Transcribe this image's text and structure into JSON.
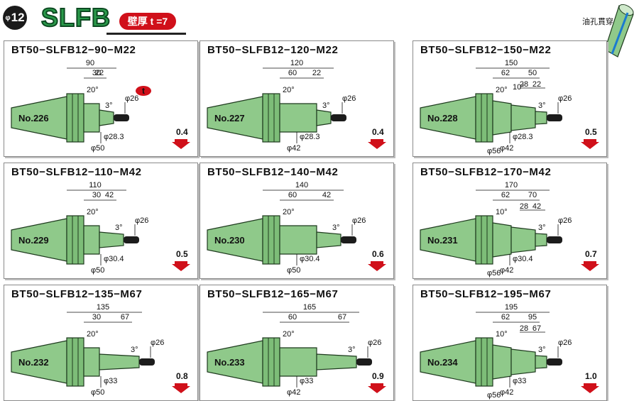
{
  "header": {
    "diameter_badge": "12",
    "diameter_symbol": "φ",
    "series": "SLFB",
    "wall_thickness": "壁厚 t =7",
    "oil_hole": "油孔貫穿"
  },
  "arrow_color": "#d0101a",
  "body_color": "#8fc98a",
  "panels": [
    {
      "title": "BT50−SLFB12−90−M22",
      "no": "No.226",
      "overall": "90",
      "seg_a": "30",
      "seg_b": "22",
      "seg_c": "",
      "angle": "20°",
      "taper": "3°",
      "bar": "φ26",
      "d1": "φ28.3",
      "d2": "φ50",
      "d3": "",
      "t_badge": "t",
      "weight": "0.4"
    },
    {
      "title": "BT50−SLFB12−120−M22",
      "no": "No.227",
      "overall": "120",
      "seg_a": "60",
      "seg_b": "22",
      "seg_c": "",
      "angle": "20°",
      "taper": "3°",
      "bar": "φ26",
      "d1": "φ28.3",
      "d2": "φ42",
      "d3": "",
      "t_badge": "",
      "weight": "0.4"
    },
    {
      "title": "BT50−SLFB12−150−M22",
      "no": "No.228",
      "overall": "150",
      "seg_a": "62",
      "seg_b": "50",
      "seg_c": "28",
      "seg_d": "22",
      "angle": "20°",
      "angle2": "10°",
      "taper": "3°",
      "bar": "φ26",
      "d1": "φ28.3",
      "d2": "φ42",
      "d3": "φ56",
      "t_badge": "",
      "weight": "0.5"
    },
    {
      "title": "BT50−SLFB12−110−M42",
      "no": "No.229",
      "overall": "110",
      "seg_a": "30",
      "seg_b": "42",
      "seg_c": "",
      "angle": "20°",
      "taper": "3°",
      "bar": "φ26",
      "d1": "φ30.4",
      "d2": "φ50",
      "d3": "",
      "t_badge": "",
      "weight": "0.5"
    },
    {
      "title": "BT50−SLFB12−140−M42",
      "no": "No.230",
      "overall": "140",
      "seg_a": "60",
      "seg_b": "42",
      "seg_c": "",
      "angle": "20°",
      "taper": "3°",
      "bar": "φ26",
      "d1": "φ30.4",
      "d2": "φ50",
      "d3": "",
      "t_badge": "",
      "weight": "0.6"
    },
    {
      "title": "BT50−SLFB12−170−M42",
      "no": "No.231",
      "overall": "170",
      "seg_a": "62",
      "seg_b": "70",
      "seg_c": "28",
      "seg_d": "42",
      "angle": "10°",
      "angle2": "",
      "taper": "3°",
      "bar": "φ26",
      "d1": "φ30.4",
      "d2": "φ42",
      "d3": "φ56",
      "t_badge": "",
      "weight": "0.7"
    },
    {
      "title": "BT50−SLFB12−135−M67",
      "no": "No.232",
      "overall": "135",
      "seg_a": "30",
      "seg_b": "67",
      "seg_c": "",
      "angle": "20°",
      "taper": "3°",
      "bar": "φ26",
      "d1": "φ33",
      "d2": "φ50",
      "d3": "",
      "t_badge": "",
      "weight": "0.8"
    },
    {
      "title": "BT50−SLFB12−165−M67",
      "no": "No.233",
      "overall": "165",
      "seg_a": "60",
      "seg_b": "67",
      "seg_c": "",
      "angle": "20°",
      "taper": "3°",
      "bar": "φ26",
      "d1": "φ33",
      "d2": "φ42",
      "d3": "",
      "t_badge": "",
      "weight": "0.9"
    },
    {
      "title": "BT50−SLFB12−195−M67",
      "no": "No.234",
      "overall": "195",
      "seg_a": "62",
      "seg_b": "95",
      "seg_c": "28",
      "seg_d": "67",
      "angle": "10°",
      "angle2": "",
      "taper": "3°",
      "bar": "φ26",
      "d1": "φ33",
      "d2": "φ42",
      "d3": "φ56",
      "t_badge": "",
      "weight": "1.0"
    }
  ]
}
